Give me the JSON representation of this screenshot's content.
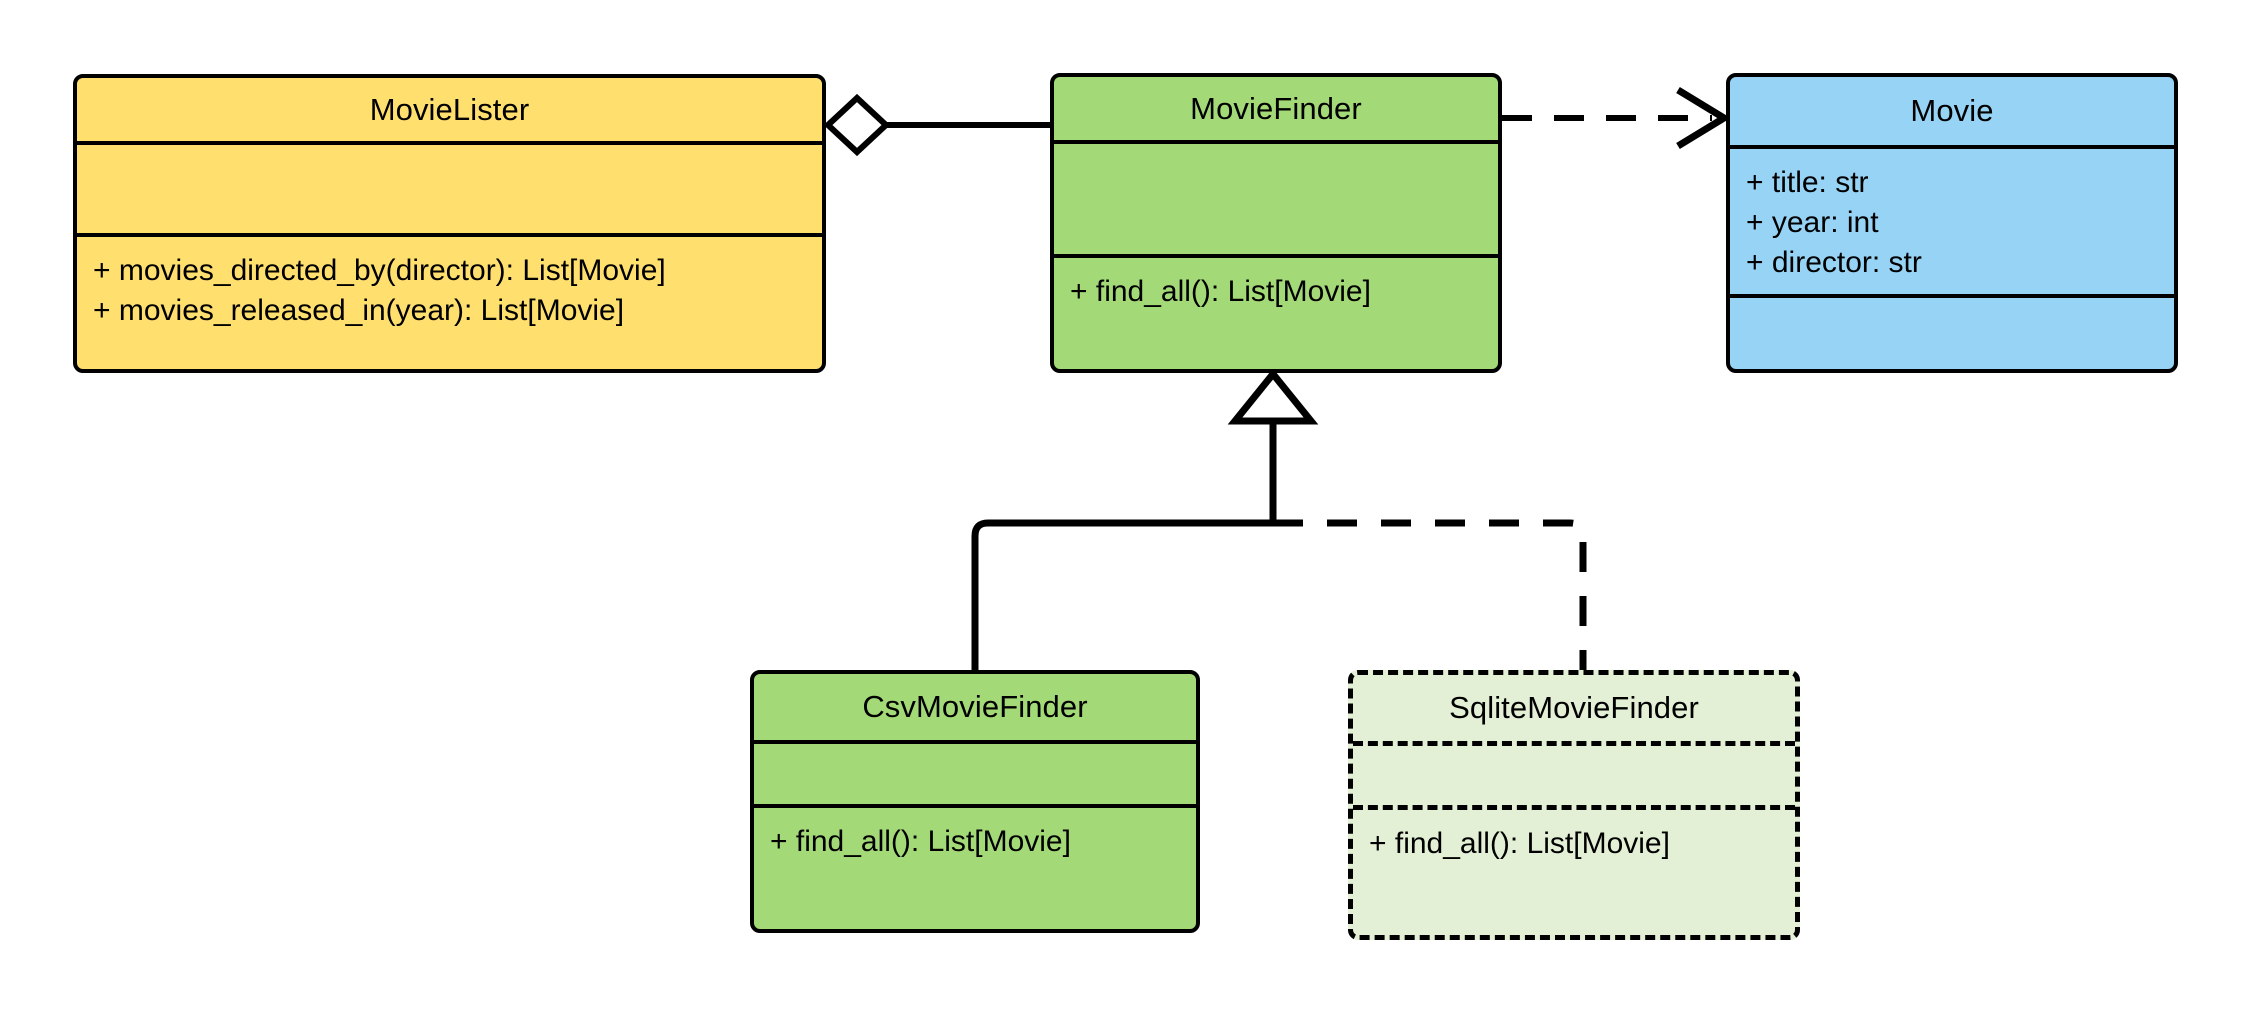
{
  "diagram": {
    "kind": "uml-class-diagram",
    "background": "#ffffff",
    "line_color": "#000000"
  },
  "classes": [
    {
      "id": "movielister",
      "name": "MovieLister",
      "fill": "#ffdf6e",
      "border_style": "solid",
      "attributes": [],
      "operations": [
        "+ movies_directed_by(director): List[Movie]",
        "+ movies_released_in(year): List[Movie]"
      ]
    },
    {
      "id": "moviefinder",
      "name": "MovieFinder",
      "fill": "#a3d977",
      "border_style": "solid",
      "attributes": [],
      "operations": [
        "+ find_all(): List[Movie]"
      ]
    },
    {
      "id": "movie",
      "name": "Movie",
      "fill": "#96d3f5",
      "border_style": "solid",
      "attributes": [
        "+ title: str",
        "+ year: int",
        "+ director: str"
      ],
      "operations": []
    },
    {
      "id": "csvmoviefinder",
      "name": "CsvMovieFinder",
      "fill": "#a3d977",
      "border_style": "solid",
      "attributes": [],
      "operations": [
        "+ find_all(): List[Movie]"
      ]
    },
    {
      "id": "sqlitemoviefinder",
      "name": "SqliteMovieFinder",
      "fill": "#e3f0d5",
      "border_style": "dashed",
      "attributes": [],
      "operations": [
        "+ find_all(): List[Movie]"
      ]
    }
  ],
  "relationships": [
    {
      "id": "aggregation-movielister-moviefinder",
      "type": "aggregation",
      "from": "MovieLister",
      "to": "MovieFinder",
      "line_style": "solid",
      "end_marker": "hollow-diamond"
    },
    {
      "id": "dependency-moviefinder-movie",
      "type": "dependency",
      "from": "MovieFinder",
      "to": "Movie",
      "line_style": "dashed",
      "end_marker": "open-arrow"
    },
    {
      "id": "inheritance-csvmoviefinder-moviefinder",
      "type": "generalization",
      "from": "CsvMovieFinder",
      "to": "MovieFinder",
      "line_style": "solid",
      "end_marker": "hollow-triangle"
    },
    {
      "id": "inheritance-sqlitemoviefinder-moviefinder",
      "type": "generalization",
      "from": "SqliteMovieFinder",
      "to": "MovieFinder",
      "line_style": "dashed",
      "end_marker": "hollow-triangle"
    }
  ]
}
